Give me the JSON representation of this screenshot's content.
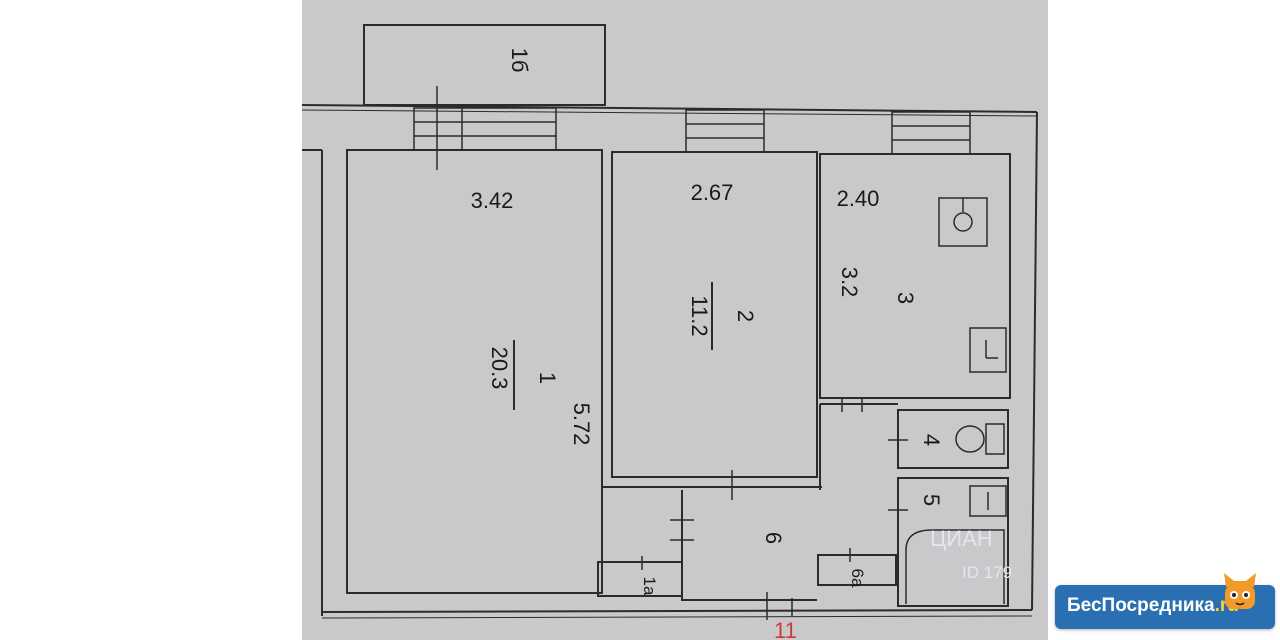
{
  "plan": {
    "rooms": {
      "r1": {
        "number": "1",
        "area": "20.3",
        "width": "3.42",
        "length": "5.72"
      },
      "r1a": {
        "number": "1а"
      },
      "r1b": {
        "number": "1б"
      },
      "r2": {
        "number": "2",
        "area": "11.2",
        "width": "2.67"
      },
      "r3": {
        "number": "3",
        "area": "3.2",
        "width": "2.40"
      },
      "r4": {
        "number": "4"
      },
      "r5": {
        "number": "5"
      },
      "r6": {
        "number": "6"
      },
      "r6a": {
        "number": "6а"
      }
    },
    "bottom_cut_label": "11",
    "watermark": {
      "brand": "ЦИАН",
      "id": "ID 179"
    }
  },
  "logo": {
    "text": "БесПосредника",
    "domain": ".ru"
  },
  "colors": {
    "paper": "#c9c8cb",
    "wall": "#2b2b2b",
    "logo_bg": "#2a6fb2",
    "cut_label": "#d23a3a"
  }
}
